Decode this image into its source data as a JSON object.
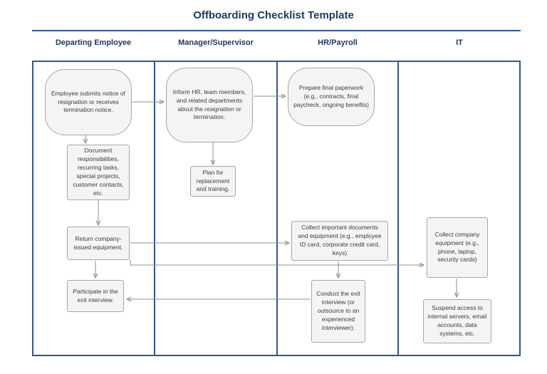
{
  "title": "Offboarding Checklist Template",
  "lanes": {
    "departing_employee": "Departing Employee",
    "manager_supervisor": "Manager/Supervisor",
    "hr_payroll": "HR/Payroll",
    "it": "IT"
  },
  "nodes": {
    "employee_notice": "Employee submits notice of resignation or receives termination notice.",
    "document_responsibilities": "Document responsibilities, recurring tasks, special projects, customer contacts, etc.",
    "return_equipment": "Return company-issued equipment.",
    "participate_exit_interview": "Participate in the exit interview.",
    "inform_hr": "Inform HR, team members, and related departments about the resignation or termination.",
    "plan_replacement": "Plan for replacement and training.",
    "prepare_paperwork": "Prepare final paperwork (e.g., contracts, final paycheck, ongoing benefits)",
    "collect_documents": "Collect important documents and equipment (e.g., employee ID card, corporate credit card, keys)",
    "conduct_exit_interview": "Conduct the exit interview (or outsource to an experienced interviewer).",
    "collect_company_equipment": "Collect company equipment (e.g., phone, laptop, security cards)",
    "suspend_access": "Suspend access to internal servers, email accounts, data systems, etc."
  },
  "colors": {
    "accent_blue": "#2f5597",
    "heading_text": "#1f3864",
    "node_fill": "#f4f4f4",
    "node_border": "#a6a6a6",
    "arrow": "#8c8c8c"
  }
}
